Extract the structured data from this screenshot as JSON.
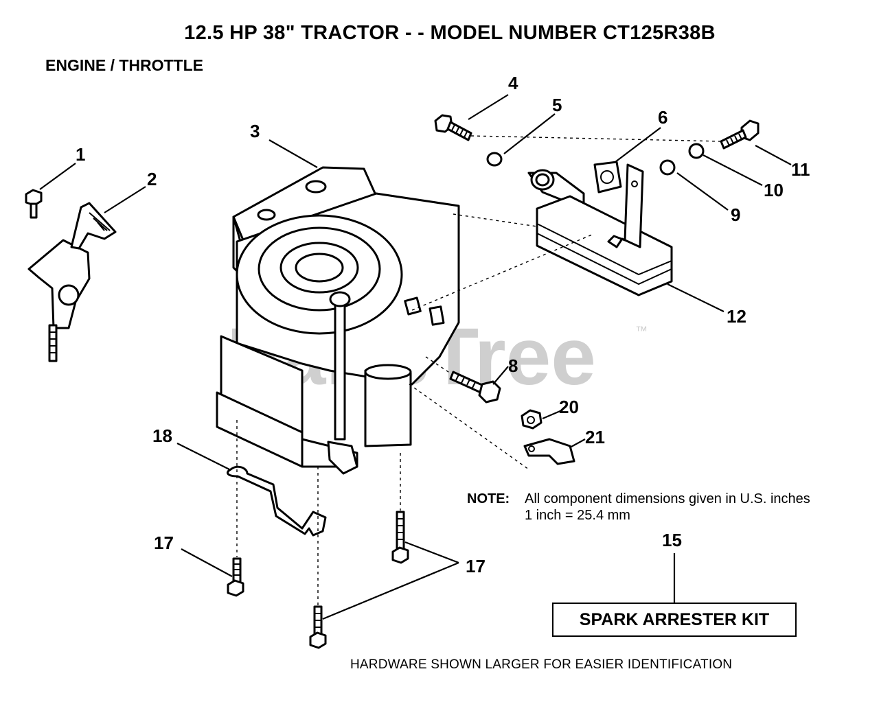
{
  "title": "12.5 HP 38\" TRACTOR - - MODEL NUMBER CT125R38B",
  "subtitle": "ENGINE / THROTTLE",
  "watermark": {
    "text": "PartsTree",
    "trademark": "™"
  },
  "note": {
    "label": "NOTE:",
    "line1": "All component dimensions given in U.S. inches",
    "line2": "1 inch = 25.4 mm"
  },
  "kit": {
    "callout": "15",
    "label": "SPARK ARRESTER KIT"
  },
  "footer": "HARDWARE SHOWN LARGER FOR EASIER IDENTIFICATION",
  "callouts": {
    "c1": "1",
    "c2": "2",
    "c3": "3",
    "c4": "4",
    "c5": "5",
    "c6": "6",
    "c8": "8",
    "c9": "9",
    "c10": "10",
    "c11": "11",
    "c12": "12",
    "c17a": "17",
    "c17b": "17",
    "c18": "18",
    "c20": "20",
    "c21": "21"
  }
}
